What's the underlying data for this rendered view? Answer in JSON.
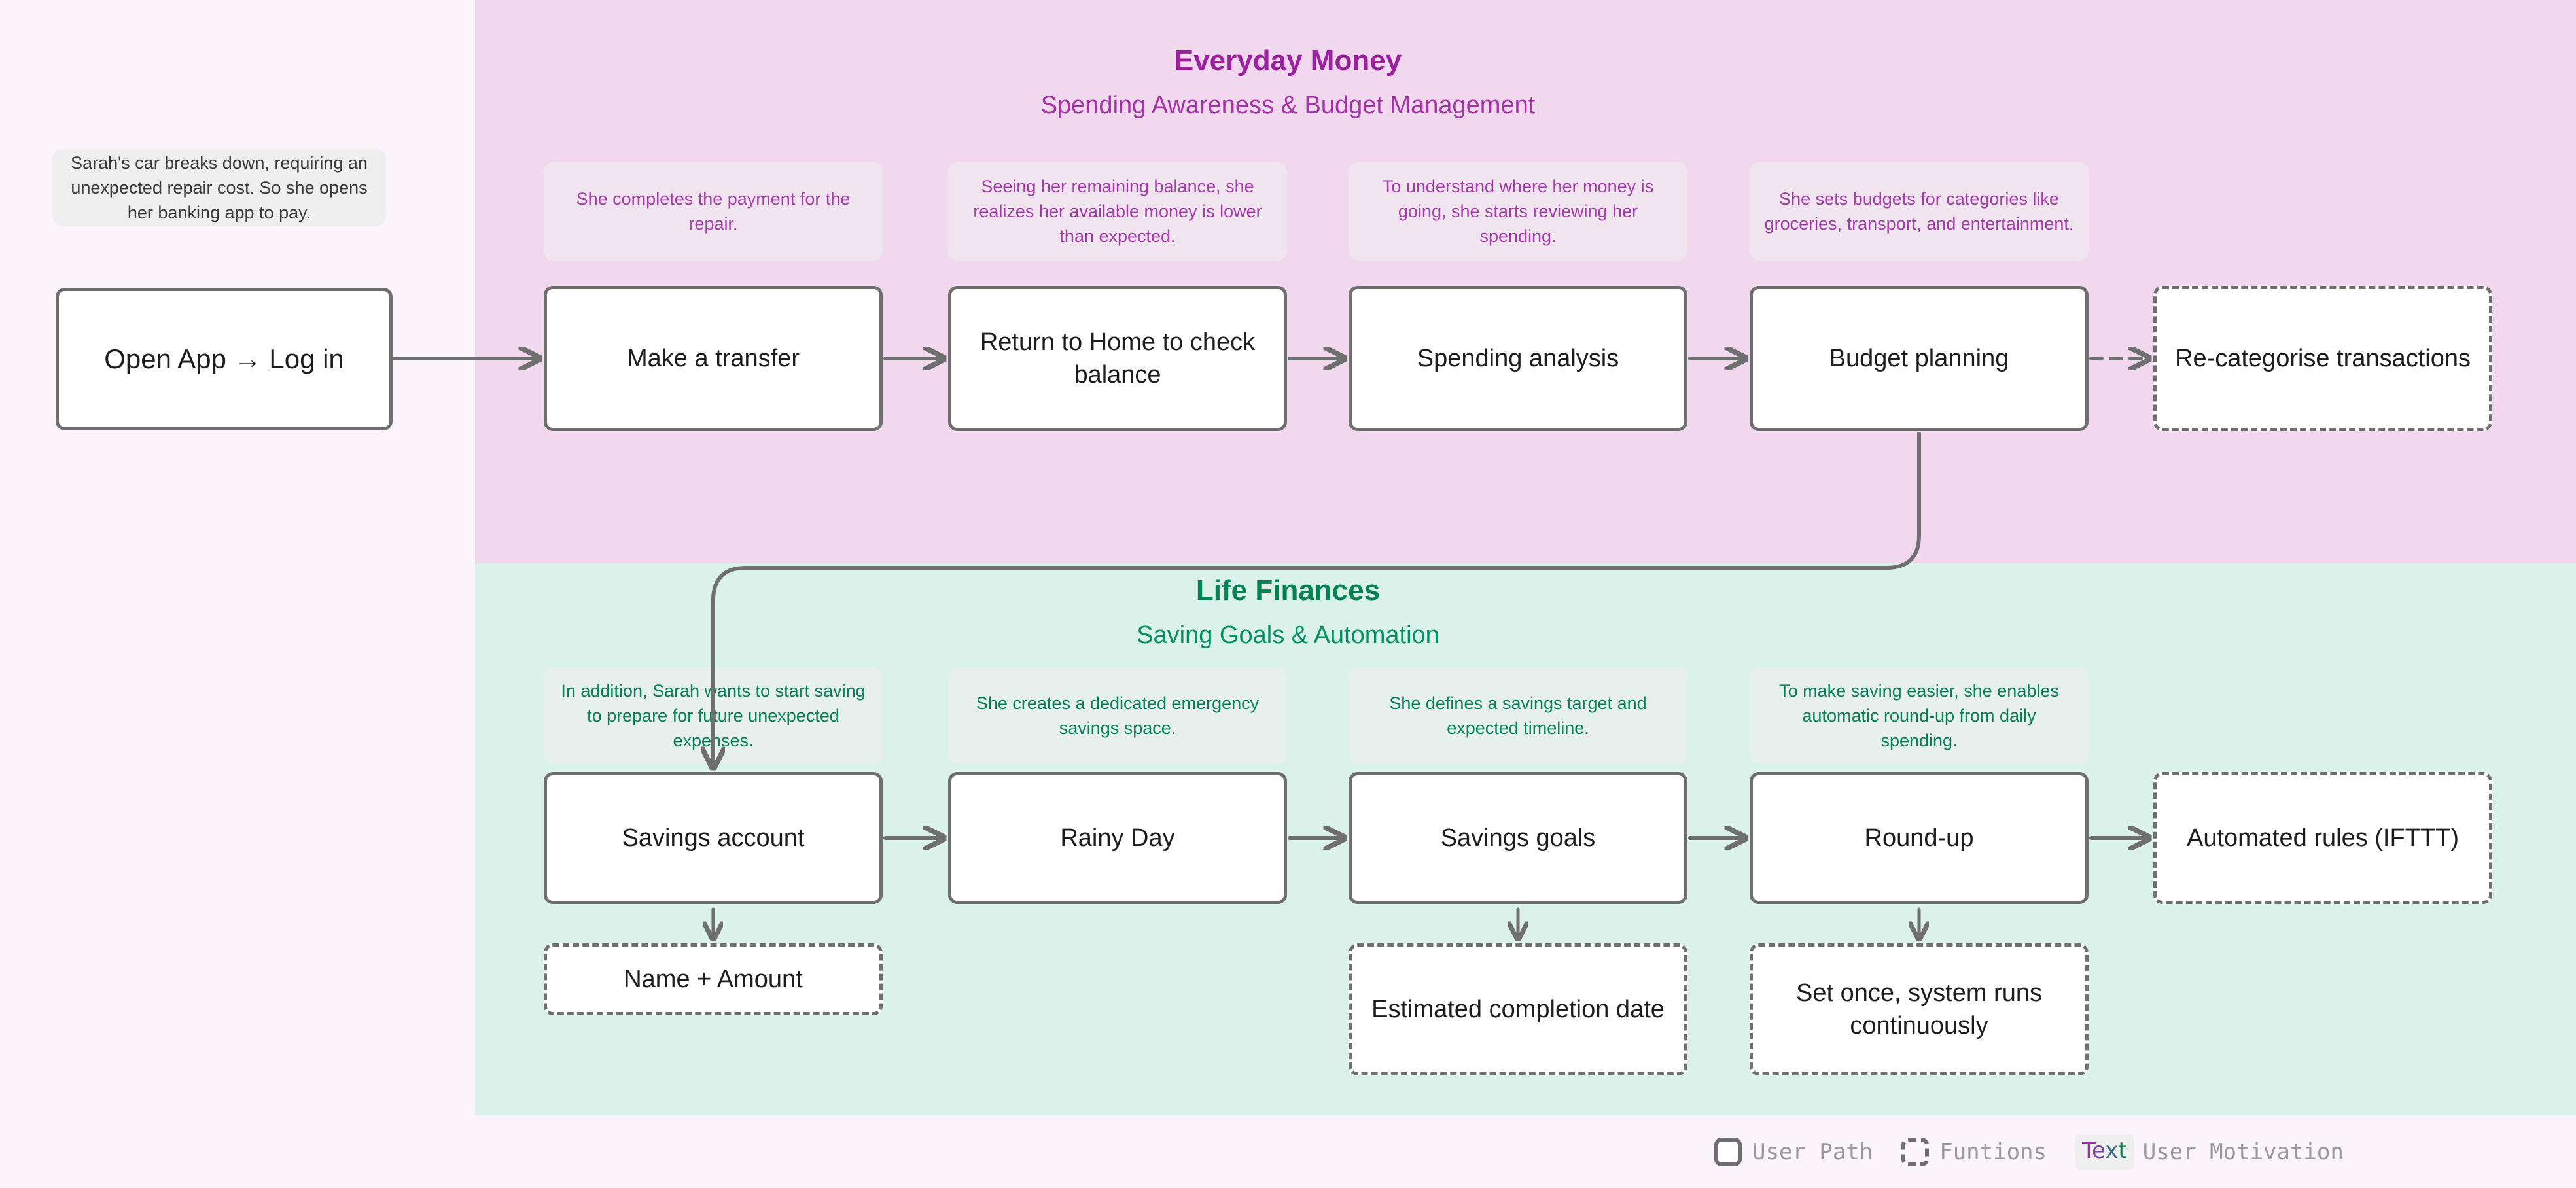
{
  "bands": {
    "everyday": {
      "title": "Everyday Money",
      "subtitle": "Spending Awareness & Budget Management",
      "color": "#9c1fa0",
      "background": "#f2d8ef"
    },
    "life": {
      "title": "Life Finances",
      "subtitle": "Saving Goals & Automation",
      "color": "#018250",
      "background": "#daf2e9"
    }
  },
  "start": {
    "note": "Sarah's car breaks down, requiring an unexpected repair cost. So she opens her banking app to pay.",
    "node": "Open App → Log in"
  },
  "everyday_notes": [
    "She completes the payment for the repair.",
    "Seeing her remaining balance, she realizes her available money is lower than expected.",
    "To understand where her money is going, she starts reviewing her spending.",
    "She sets budgets for categories like groceries, transport, and entertainment."
  ],
  "everyday_nodes": [
    "Make a transfer",
    "Return to Home to check balance",
    "Spending analysis",
    "Budget planning"
  ],
  "everyday_function": "Re-categorise transactions",
  "life_notes": [
    "In addition, Sarah wants to start saving to prepare for future unexpected expenses.",
    "She creates a dedicated emergency savings space.",
    "She defines a savings target and expected timeline.",
    "To make saving easier, she enables automatic round-up from daily spending."
  ],
  "life_nodes": [
    "Savings account",
    "Rainy Day",
    "Savings goals",
    "Round-up"
  ],
  "life_function": "Automated rules (IFTTT)",
  "life_sub_functions": [
    "Name + Amount",
    "Estimated completion date",
    "Set once, system runs continuously"
  ],
  "legend": {
    "user_path": "User Path",
    "functions": "Funtions",
    "text_badge": "Text",
    "user_motivation": "User Motivation"
  }
}
